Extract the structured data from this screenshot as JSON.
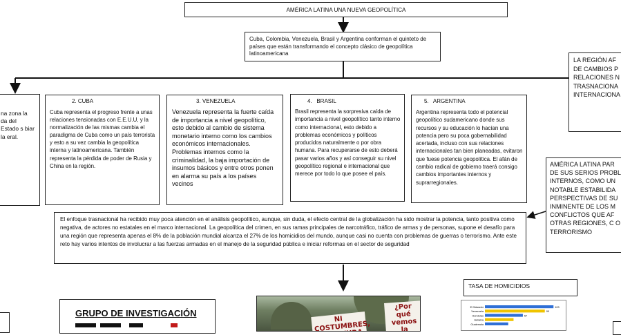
{
  "title": "AMÉRICA LATINA UNA NUEVA GEOPOLÍTICA",
  "intro": "Cuba, Colombia, Venezuela, Brasil y Argentina conforman el quinteto de países que están transformando el concepto clásico de geopolítica latinoamericana",
  "right_top": "LA REGIÓN AF DE CAMBIOS P RELACIONES N TRASNACIONA INTERNACIONA",
  "left_box": "na zona la da del Estado s biar la eral.",
  "countries": [
    {
      "heading": "2. CUBA",
      "text": "Cuba representa el progreso frente a unas relaciones tensionadas con E.E.U.U, y la normalización de las mismas cambia el paradigma de Cuba como un país terrorista y esto a su vez cambia la geopolítica interna y latinoamericana. También representa la pérdida de poder de Rusia y China en la región."
    },
    {
      "heading": "3. VENEZUELA",
      "text": "Venezuela representa la fuerte caída de importancia a nivel geopolítico, esto debido al cambio de sistema monetario interno como los cambios económicos internacionales. Problemas internos como la criminalidad, la baja importación de insumos básicos y entre otros ponen en alarma su país a los países vecinos"
    },
    {
      "heading": "4.   BRASIL",
      "text": "Brasil representa la sorpresiva caída de importancia a nivel geopolítico tanto interno como internacional, esto debido a problemas económicos y políticos producidos naturalmente o por obra humana. Para recuperarse de esto deberá pasar varios años y así conseguir su nivel geopolítico regional e internacional que merece por todo lo que posee el país."
    },
    {
      "heading": "5.   ARGENTINA",
      "text": "Argentina representa todo el potencial geopolítico sudamericano donde sus recursos y su educación lo hacían una potencia pero su poca gobernabilidad acertada, incluso con sus relaciones internacionales tan bien planeadas, evitaron que fuese potencia geopolítica. El afán de cambio radical de gobierno traerá consigo cambios importantes internos y suprarregionales."
    }
  ],
  "right_mid": "AMÉRICA LATINA PAR DE SUS SERIOS PROBL INTERNOS, COMO UN NOTABLE ESTABILIDA PERSPECTIVAS DE SU INMINENTE DE LOS M CONFLICTOS QUE AF OTRAS REGIONES, C O TERRORISMO",
  "summary": "El enfoque trasnacional ha recibido muy poca atención en el análisis geopolítico, aunque, sin duda, el efecto central de la globalización ha sido mostrar la potencia, tanto positiva como negativa, de actores no estatales en el marco internacional. La geopolítica del crimen, en sus ramas principales de narcotráfico, tráfico de armas y de personas, supone el desafío para una región que representa apenas el 8% de la población mundial alcanza el 27% de los homicidios del mundo, aunque casi no cuenta con problemas de guerras o terrorismo. Ante este reto hay varios intentos de involucrar a las fuerzas armadas en el manejo de la seguridad pública e iniciar reformas en el sector de seguridad",
  "research_title": "GRUPO DE INVESTIGACIÓN",
  "photo_signs": [
    "NI COSTUMBRES, NI CULTURA",
    "¿Por qué vemos la violencia"
  ],
  "homicide_label": "TASA DE HOMICIDIOS",
  "chart_data": {
    "type": "bar",
    "orientation": "horizontal",
    "categories": [
      "El Salvador",
      "Venezuela",
      "Honduras",
      "Jamaica",
      "Guatemala"
    ],
    "values": [
      103,
      90,
      57,
      43,
      35
    ],
    "data_labels": [
      "103",
      "90",
      "57",
      "",
      ""
    ],
    "xlim": [
      0,
      110
    ],
    "colors": [
      "#2f6fd6",
      "#f0c400",
      "#2f6fd6",
      "#f0c400",
      "#2f6fd6"
    ]
  }
}
